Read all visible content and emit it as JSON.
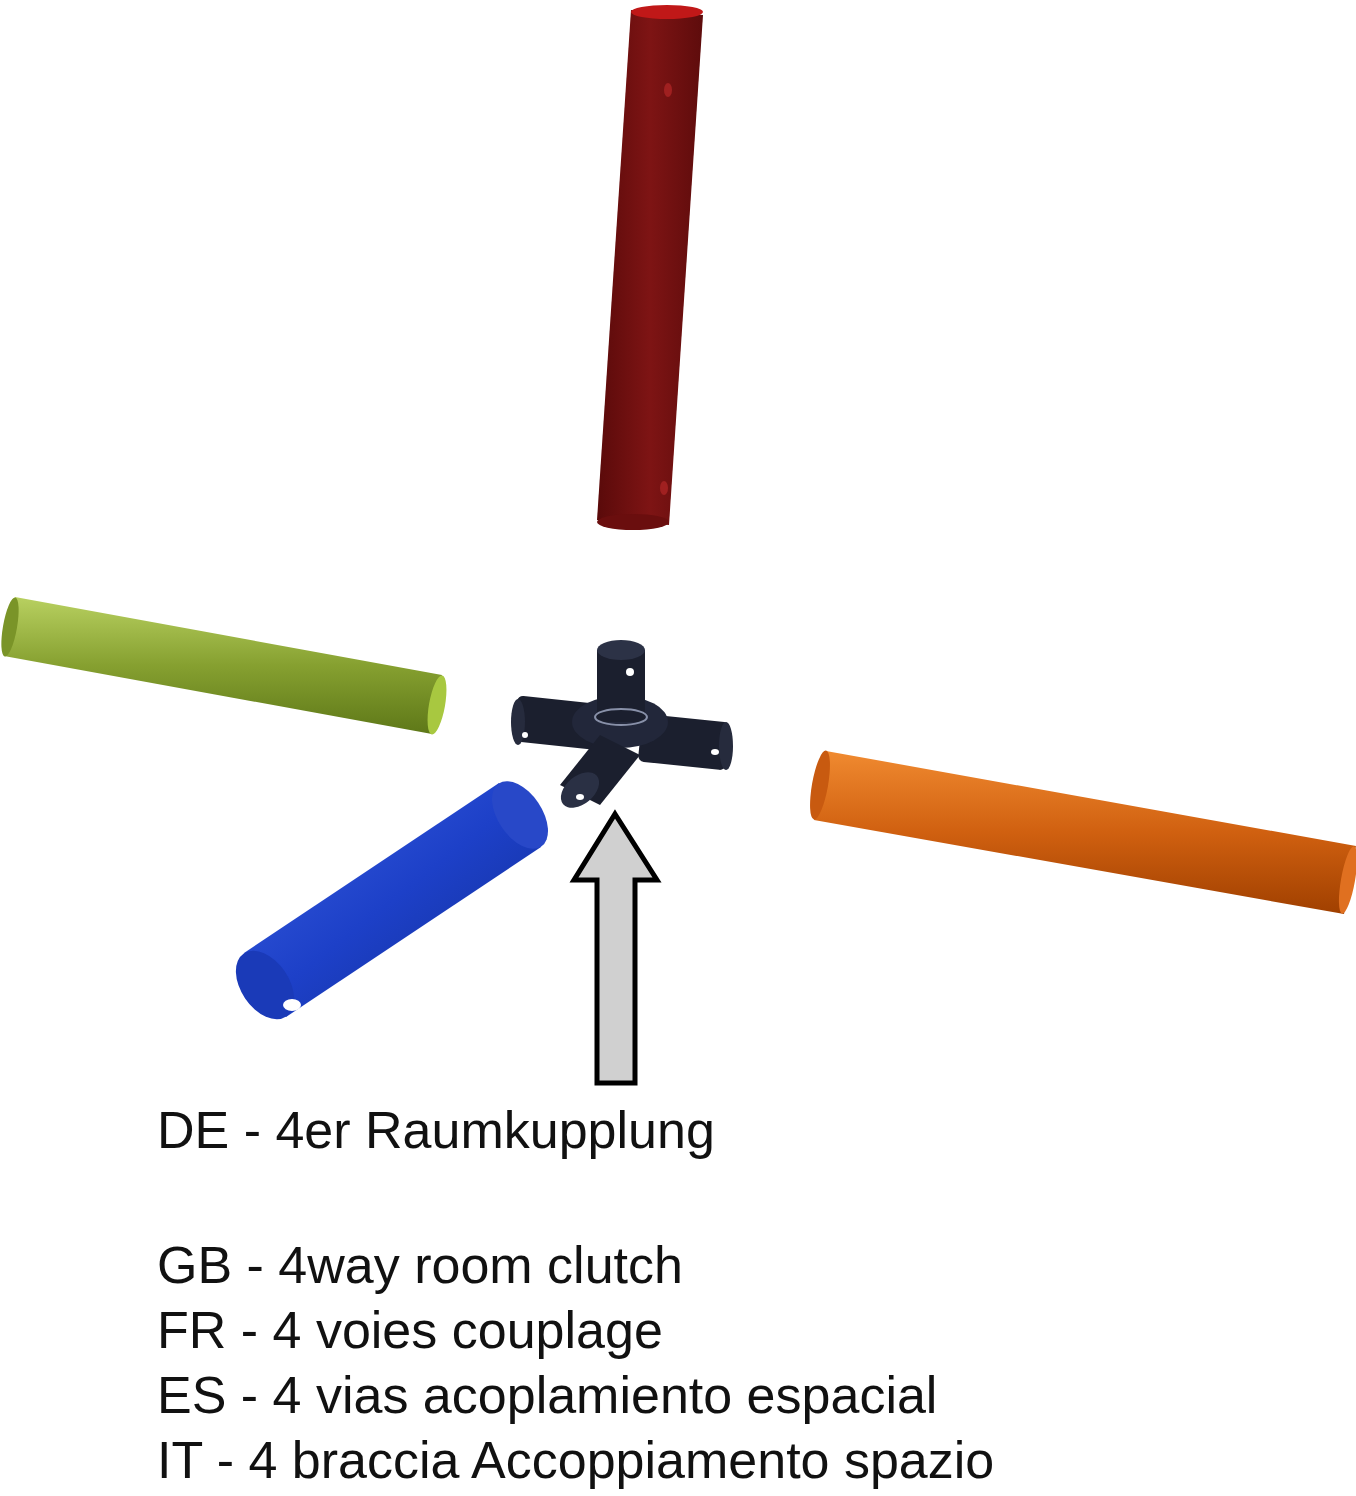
{
  "diagram": {
    "labels": [
      "DE - 4er Raumkupplung",
      "GB - 4way room clutch",
      "FR - 4 voies couplage",
      "ES - 4 vias acoplamiento espacial",
      "IT - 4 braccia Accoppiamento spazio"
    ]
  }
}
